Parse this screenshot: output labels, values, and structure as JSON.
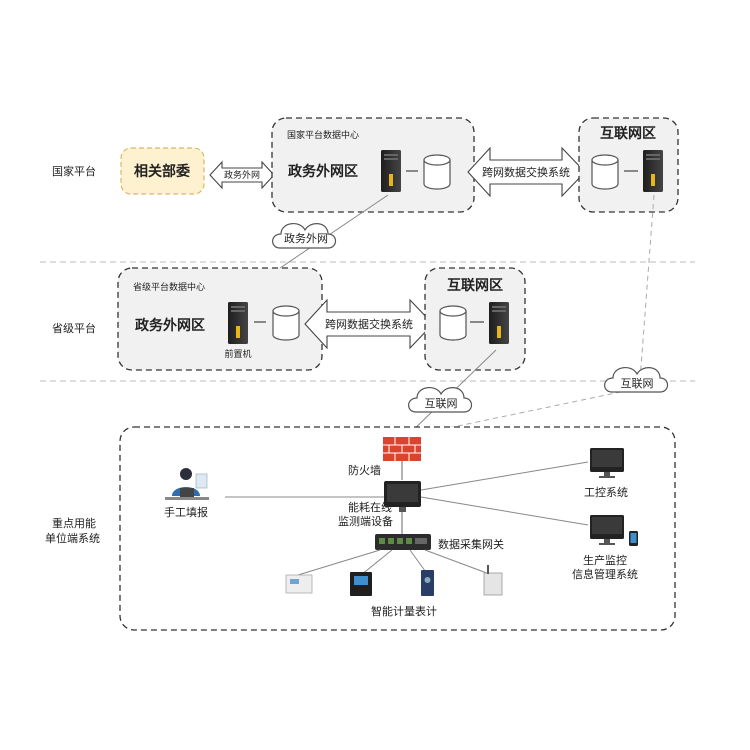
{
  "tiers": {
    "national": "国家平台",
    "provincial": "省级平台",
    "unit_line1": "重点用能",
    "unit_line2": "单位端系统"
  },
  "national": {
    "ministry": "相关部委",
    "gov_net_arrow": "政务外网",
    "datacenter_title": "国家平台数据中心",
    "gov_zone": "政务外网区",
    "exchange_arrow": "跨网数据交换系统",
    "internet_zone": "互联网区"
  },
  "clouds": {
    "gov_net": "政务外网",
    "internet_right": "互联网",
    "internet_mid": "互联网"
  },
  "provincial": {
    "datacenter_title": "省级平台数据中心",
    "gov_zone": "政务外网区",
    "front_server": "前置机",
    "exchange_arrow": "跨网数据交换系统",
    "internet_zone": "互联网区"
  },
  "unit": {
    "firewall": "防火墙",
    "manual_report": "手工填报",
    "monitor_line1": "能耗在线",
    "monitor_line2": "监测端设备",
    "gateway": "数据采集网关",
    "meters": "智能计量表计",
    "industrial_control": "工控系统",
    "production_line1": "生产监控",
    "production_line2": "信息管理系统"
  },
  "colors": {
    "ministry_fill": "#fdf1cf",
    "ministry_stroke": "#d9b86a",
    "zone_fill": "#f1f1f1",
    "firewall": "#d9432f",
    "server_led": "#e8b51a",
    "dashed_link": "#aaaaaa"
  }
}
